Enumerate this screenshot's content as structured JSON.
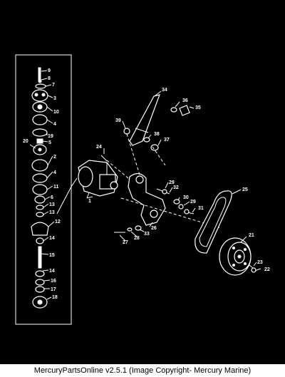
{
  "footer": {
    "text": "MercuryPartsOnline v2.5.1 (Image Copyright- Mercury Marine)"
  },
  "callouts": {
    "c9": "9",
    "c8": "8",
    "c7": "7",
    "c3": "3",
    "c10": "10",
    "c4a": "4",
    "c19": "19",
    "c5": "5",
    "c20": "20",
    "c2": "2",
    "c4b": "4",
    "c11": "11",
    "c6": "6",
    "c13a": "13",
    "c13b": "13",
    "c12": "12",
    "c14a": "14",
    "c15": "15",
    "c14b": "14",
    "c16": "16",
    "c17": "17",
    "c18": "18",
    "c1": "1",
    "c24": "24",
    "c34": "34",
    "c36": "36",
    "c35": "35",
    "c39": "39",
    "c38": "38",
    "c37": "37",
    "c29a": "29",
    "c32": "32",
    "c30": "30",
    "c29b": "29",
    "c31": "31",
    "c25": "25",
    "c26": "26",
    "c33": "33",
    "c28": "28",
    "c27": "27",
    "c21": "21",
    "c23": "23",
    "c22": "22"
  },
  "icons": {
    "diagram": "exploded-parts-diagram"
  }
}
